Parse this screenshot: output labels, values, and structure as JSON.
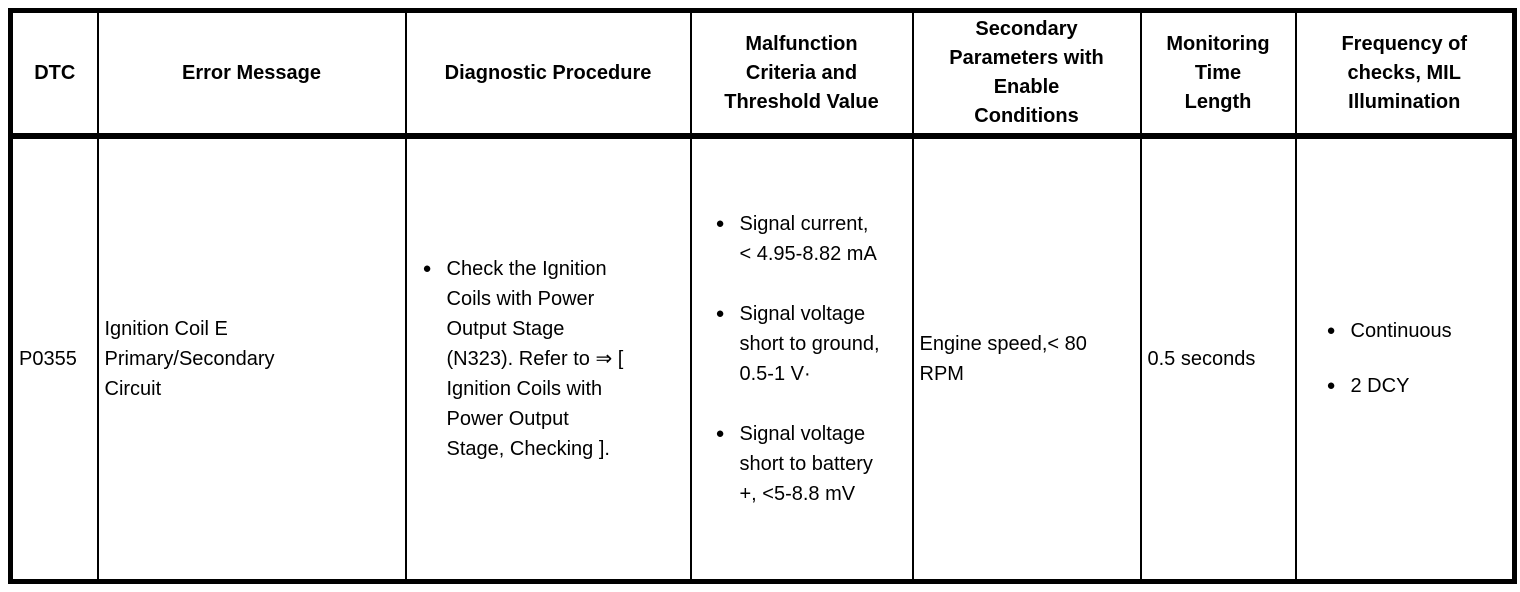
{
  "colors": {
    "border": "#000000",
    "background": "#ffffff",
    "text": "#000000"
  },
  "icons": {
    "bullet": "●"
  },
  "table": {
    "columns": [
      {
        "id": "dtc",
        "label": "DTC"
      },
      {
        "id": "error_message",
        "label": "Error Message"
      },
      {
        "id": "diagnostic_procedure",
        "label": "Diagnostic Procedure"
      },
      {
        "id": "malfunction_criteria",
        "label": "Malfunction Criteria and Threshold Value"
      },
      {
        "id": "secondary_parameters",
        "label": "Secondary Parameters with Enable Conditions"
      },
      {
        "id": "monitoring_time",
        "label": "Monitoring Time Length"
      },
      {
        "id": "frequency",
        "label": "Frequency of checks, MIL Illumination"
      }
    ],
    "rows": [
      {
        "dtc": "P0355",
        "error_message": "Ignition Coil E Primary/Secondary Circuit",
        "diagnostic_procedure": [
          "Check the Ignition Coils with Power Output Stage (N323). Refer to ⇒ [ Ignition Coils with Power Output Stage, Checking ]."
        ],
        "malfunction_criteria": [
          "Signal current, < 4.95-8.82 mA",
          "Signal voltage short to ground, 0.5-1 V·",
          "Signal voltage short to battery +, <5-8.8 mV"
        ],
        "secondary_parameters": "Engine speed,< 80 RPM",
        "monitoring_time": "0.5 seconds",
        "frequency": [
          "Continuous",
          "2 DCY"
        ]
      }
    ]
  }
}
